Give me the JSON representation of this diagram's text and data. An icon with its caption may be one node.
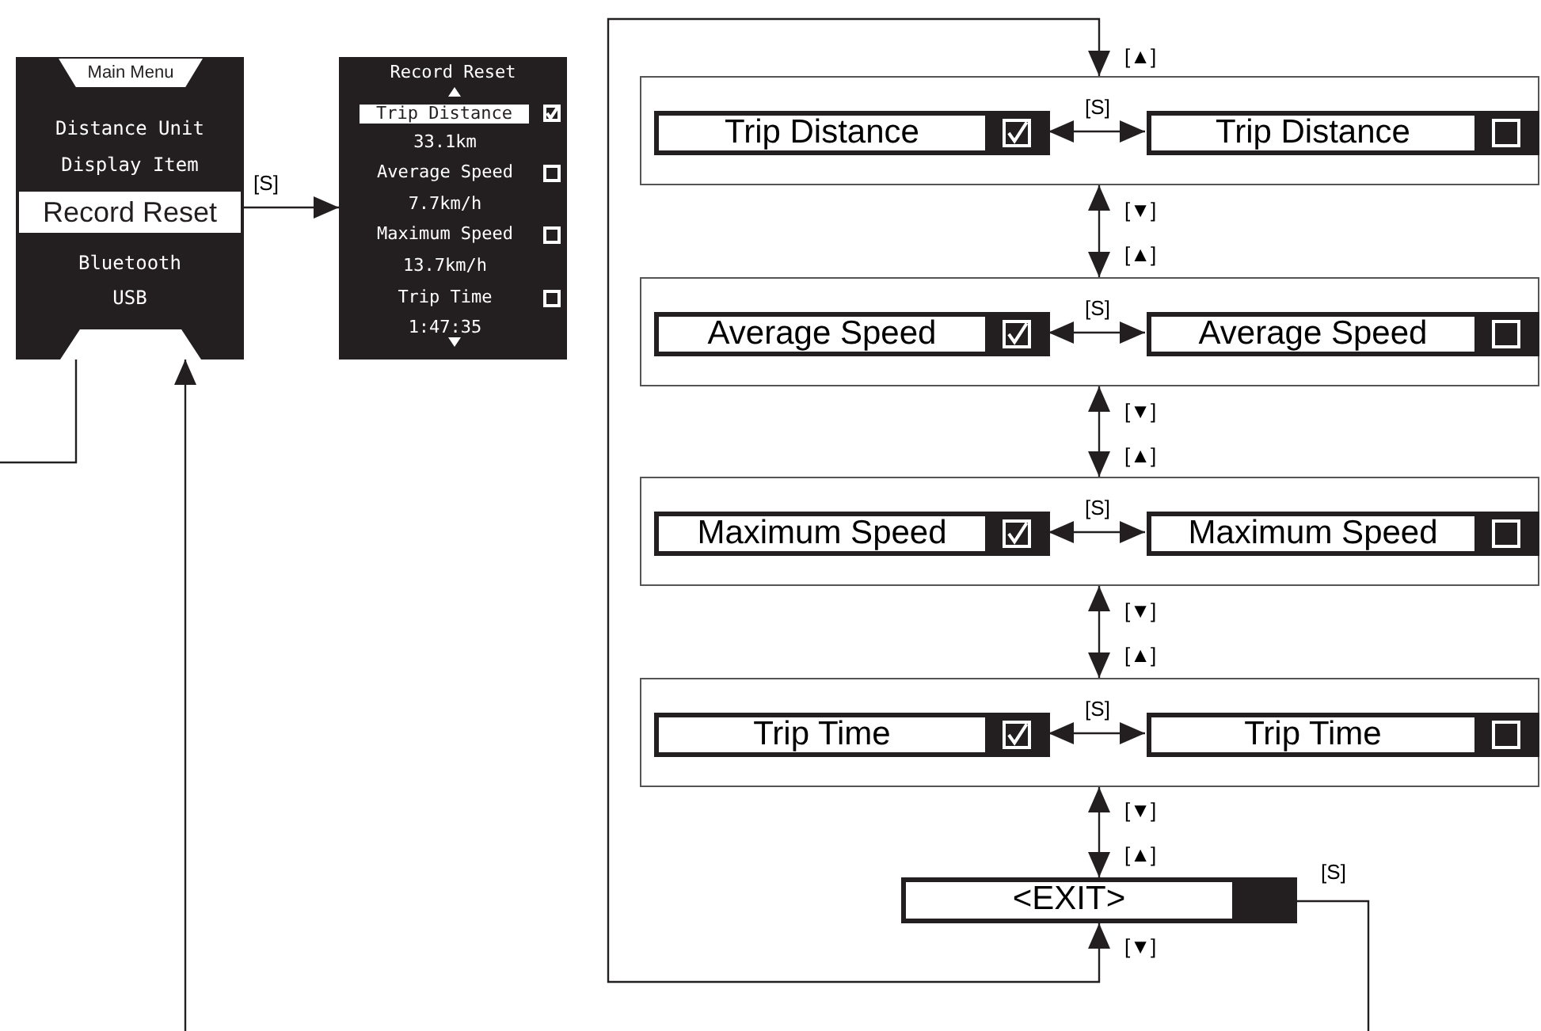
{
  "diagram": {
    "nodes": [
      {
        "text": [
          "Distance Unit",
          "Display Item",
          "Record Reset",
          "Bluetooth",
          "USB"
        ]
      },
      {
        "text": [
          "Record Reset",
          "Trip Distance",
          "33.1km",
          "Average Speed",
          "7.7km/h",
          "Maximum Speed",
          "13.7km/h",
          "Trip Time",
          "1:47:35"
        ]
      },
      {
        "text": [],
        "shape": "box"
      },
      {
        "text": [
          "Trip Distance"
        ],
        "in": 2
      },
      {
        "text": [
          "Trip Distance"
        ],
        "in": 2
      },
      {
        "text": [],
        "shape": "box"
      },
      {
        "text": [
          "Average Speed"
        ],
        "in": 5
      },
      {
        "text": [
          "Average Speed"
        ],
        "in": 5
      },
      {
        "text": [],
        "shape": "box"
      },
      {
        "text": [
          "Maximum Speed"
        ],
        "in": 8
      },
      {
        "text": [
          "Maximum Speed"
        ],
        "in": 8
      },
      {
        "text": [],
        "shape": "box"
      },
      {
        "text": [
          "Trip Time"
        ],
        "in": 11
      },
      {
        "text": [
          "Trip Time"
        ],
        "in": 11
      },
      {
        "text": [
          "<EXIT>"
        ]
      },
      {
        "text": [],
        "shape": "trapezoid",
        "in": 0
      },
      {
        "text": [
          "Main Menu"
        ],
        "in": 0
      }
    ],
    "edges": [
      {
        "from": 0,
        "to": 1,
        "arrow": "to",
        "label": "[S]"
      },
      {
        "from": 15,
        "to": null,
        "arrow": "none"
      },
      {
        "from": null,
        "to": 15,
        "arrow": "to"
      },
      {
        "from": 3,
        "to": 4,
        "arrow": "both",
        "label": "[S]"
      },
      {
        "from": 2,
        "to": 5,
        "arrow": "both"
      },
      {
        "from": 6,
        "to": 7,
        "arrow": "both",
        "label": "[S]"
      },
      {
        "from": 5,
        "to": 8,
        "arrow": "both"
      },
      {
        "from": 9,
        "to": 10,
        "arrow": "both",
        "label": "[S]"
      },
      {
        "from": 8,
        "to": 11,
        "arrow": "both"
      },
      {
        "from": 12,
        "to": 13,
        "arrow": "both",
        "label": "[S]"
      },
      {
        "from": 11,
        "to": 14,
        "arrow": "both"
      },
      {
        "from": 14,
        "to": 2,
        "arrow": "both"
      },
      {
        "from": 14,
        "to": null,
        "arrow": "none",
        "label": "[S]"
      }
    ],
    "labels": [
      "[▲]",
      "[▼]",
      "[▲]",
      "[▼]",
      "[▲]",
      "[▼]",
      "[▲]",
      "[▼]",
      "[▲]",
      "[▼]"
    ]
  }
}
